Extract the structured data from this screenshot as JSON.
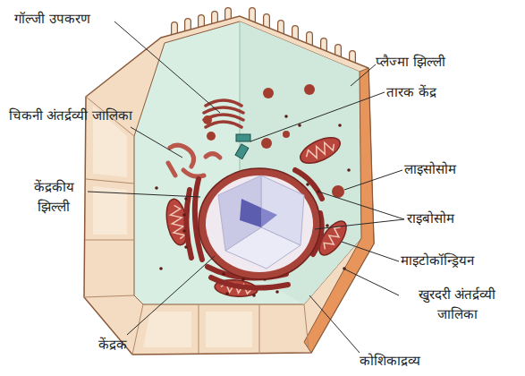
{
  "diagram": {
    "labels": [
      "गॉल्जी उपकरण",
      "प्लैज्मा झिल्ली",
      "तारक केंद्र",
      "चिकनी अंतर्द्रव्यी जालिका",
      "लाइसोसोम",
      "केंद्रकीय झिल्ली",
      "राइबोसोम",
      "माइटोकॉन्ड्रियन",
      "खुरदरी अंतर्द्रव्यी जालिका",
      "केंद्रक",
      "कोशिकाद्रव्य"
    ]
  }
}
